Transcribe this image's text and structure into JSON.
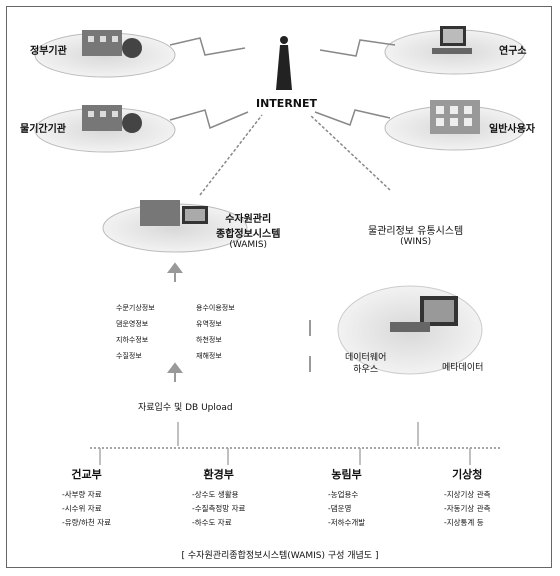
{
  "title": "[ 수자원관리종합정보시스템(WAMIS) 구성 개념도 ]",
  "internet": {
    "label": "INTERNET"
  },
  "nodes": {
    "gov": "정부기관",
    "research": "연구소",
    "water_agencies": "물기간기관",
    "general_users": "일반사용자"
  },
  "wamis": {
    "line1": "수자원관리",
    "line2": "종합정보시스템",
    "line3": "(WAMIS)"
  },
  "wins": {
    "line1": "물관리정보 유통시스템",
    "line2": "(WINS)"
  },
  "info_left": [
    "수문기상정보",
    "댐운영정보",
    "지하수정보",
    "수질정보"
  ],
  "info_right": [
    "용수이용정보",
    "유역정보",
    "하천정보",
    "재해정보"
  ],
  "data_warehouse": {
    "line1": "데이터웨어",
    "line2": "하우스"
  },
  "metadata": "메타데이터",
  "upload": "자료입수 및 DB Upload",
  "agencies": [
    {
      "name": "건교부",
      "items": [
        "-사부량 자료",
        "-시수위 자료",
        "-유량/하천 자료"
      ]
    },
    {
      "name": "환경부",
      "items": [
        "-상수도 생활용",
        "-수질측정망 자료",
        "-하수도 자료"
      ]
    },
    {
      "name": "농림부",
      "items": [
        "-농업용수",
        "-댐운영",
        "-저하수개발"
      ]
    },
    {
      "name": "기상청",
      "items": [
        "-지상기상 관측",
        "-자동기상 관측",
        "-지상통계 등"
      ]
    }
  ]
}
